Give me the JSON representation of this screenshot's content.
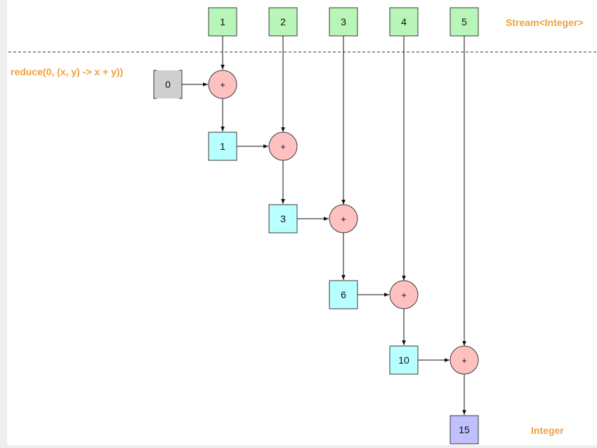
{
  "labels": {
    "stream_type": "Stream<Integer>",
    "operation": "reduce(0, (x, y) -> x + y))",
    "result_type": "Integer"
  },
  "stream_elements": [
    "1",
    "2",
    "3",
    "4",
    "5"
  ],
  "identity": "0",
  "operator_symbol": "+",
  "partial_results": [
    "1",
    "3",
    "6",
    "10"
  ],
  "final_result": "15",
  "colors": {
    "stream_element": "#b8f5b8",
    "identity": "#cfcfcf",
    "operator": "#ffc0c0",
    "partial_result": "#b8ffff",
    "final_result": "#c0c0ff",
    "label": "#f0a03c"
  }
}
